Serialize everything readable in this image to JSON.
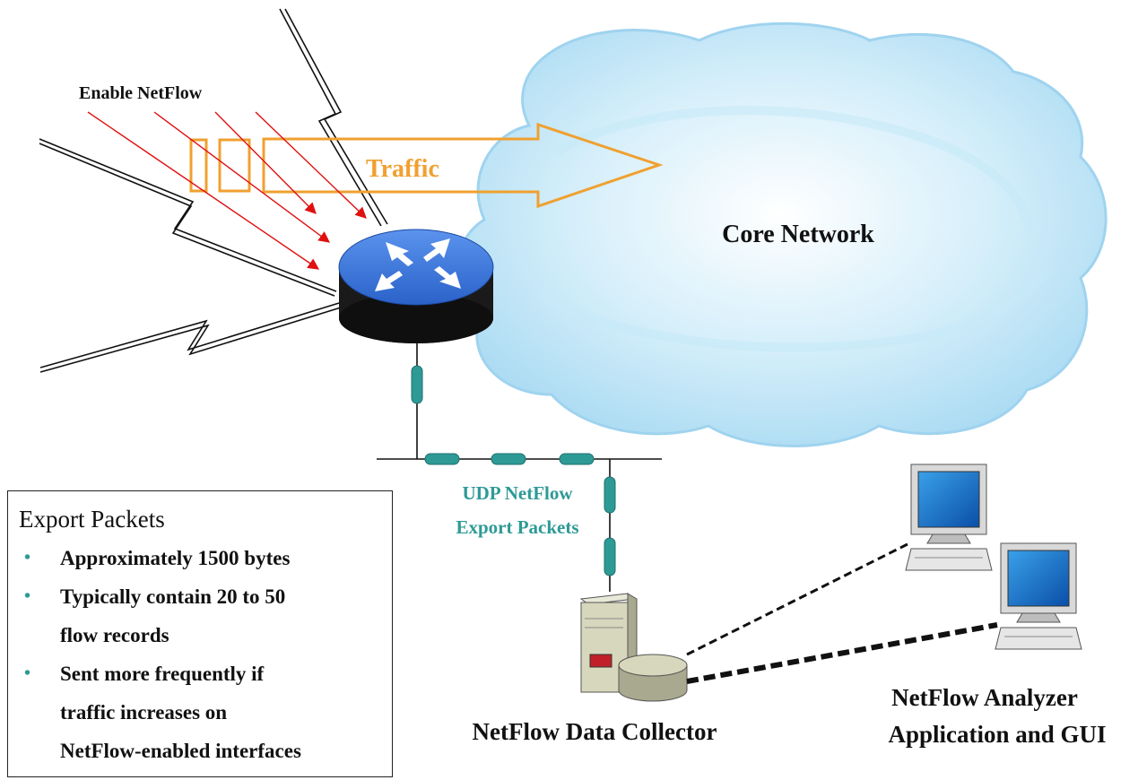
{
  "labels": {
    "enable_netflow": "Enable NetFlow",
    "traffic": "Traffic",
    "core_network": "Core Network",
    "udp_line1": "UDP NetFlow",
    "udp_line2": "Export Packets",
    "collector": "NetFlow Data Collector",
    "analyzer_line1": "NetFlow Analyzer",
    "analyzer_line2": "Application and GUI"
  },
  "export_box": {
    "title": "Export Packets",
    "bullets": [
      "Approximately 1500 bytes",
      "Typically contain 20 to 50 flow records",
      "Sent more frequently if traffic increases on NetFlow-enabled interfaces"
    ],
    "bullet_lines": [
      {
        "text": "Approximately 1500 bytes",
        "bullet": true
      },
      {
        "text": "Typically contain 20 to 50",
        "bullet": true
      },
      {
        "text": "flow records",
        "bullet": false
      },
      {
        "text": "Sent more frequently if",
        "bullet": true
      },
      {
        "text": "traffic increases on",
        "bullet": false
      },
      {
        "text": "NetFlow-enabled interfaces",
        "bullet": false
      }
    ]
  },
  "colors": {
    "traffic_orange": "#f0a030",
    "udp_teal": "#2e9a96",
    "router_blue": "#2f6fd8",
    "arrow_red": "#e01010",
    "cloud_fill": "#b8e2f6",
    "cloud_edge": "#8ccbec"
  },
  "icons": {
    "router": "router-icon",
    "server": "server-icon",
    "workstation": "workstation-icon",
    "cloud": "cloud-icon"
  }
}
